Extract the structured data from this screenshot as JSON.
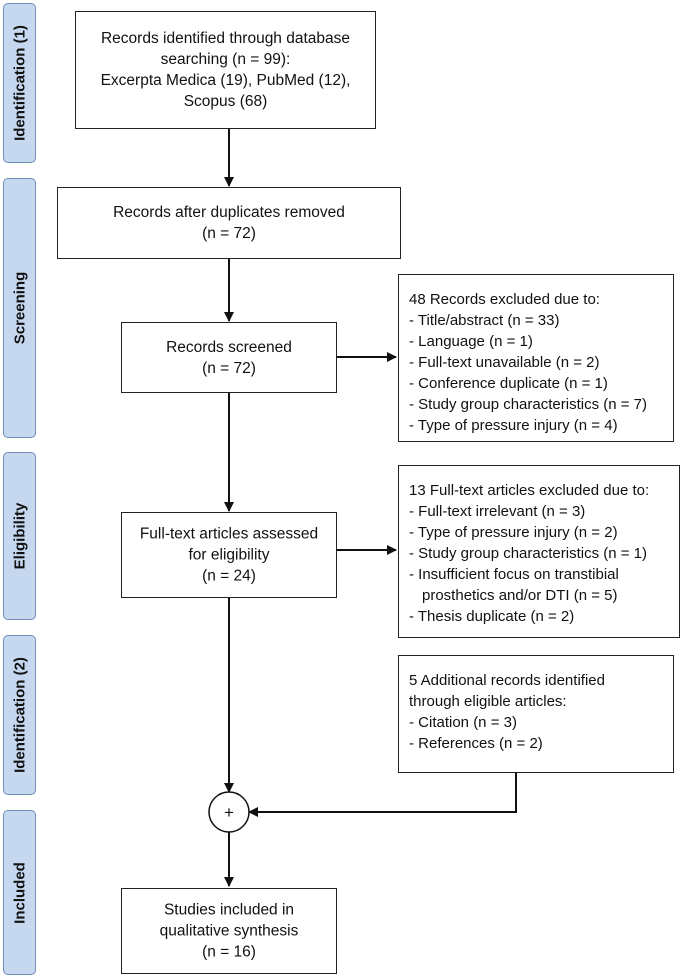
{
  "phases": {
    "identification1": "Identification (1)",
    "screening": "Screening",
    "eligibility": "Eligibility",
    "identification2": "Identification (2)",
    "included": "Included"
  },
  "boxes": {
    "records_identified": {
      "lines": [
        "Records identified through database",
        "searching (n = 99):",
        "Excerpta Medica (19), PubMed (12),",
        "Scopus (68)"
      ]
    },
    "after_duplicates": {
      "lines": [
        "Records after duplicates removed",
        "(n = 72)"
      ]
    },
    "screened": {
      "lines": [
        "Records screened",
        "(n = 72)"
      ]
    },
    "excluded_screening": {
      "lines": [
        "48 Records excluded due to:",
        "- Title/abstract (n = 33)",
        "- Language (n = 1)",
        "- Full-text unavailable (n = 2)",
        "- Conference duplicate (n = 1)",
        "- Study group characteristics (n = 7)",
        "- Type of pressure injury (n = 4)"
      ]
    },
    "fulltext_assessed": {
      "lines": [
        "Full-text articles assessed",
        "for eligibility",
        "(n = 24)"
      ]
    },
    "excluded_fulltext": {
      "lines": [
        "13 Full-text articles excluded due to:",
        "- Full-text irrelevant (n = 3)",
        "- Type of pressure injury (n = 2)",
        "- Study group characteristics (n = 1)",
        "- Insufficient focus on transtibial",
        "prosthetics and/or DTI (n = 5)",
        "- Thesis duplicate (n = 2)"
      ]
    },
    "additional_records": {
      "lines": [
        "5 Additional records identified",
        "through eligible articles:",
        "- Citation (n = 3)",
        "- References (n = 2)"
      ]
    },
    "included_studies": {
      "lines": [
        "Studies included in",
        "qualitative synthesis",
        "(n = 16)"
      ]
    }
  },
  "join_symbol": "+"
}
